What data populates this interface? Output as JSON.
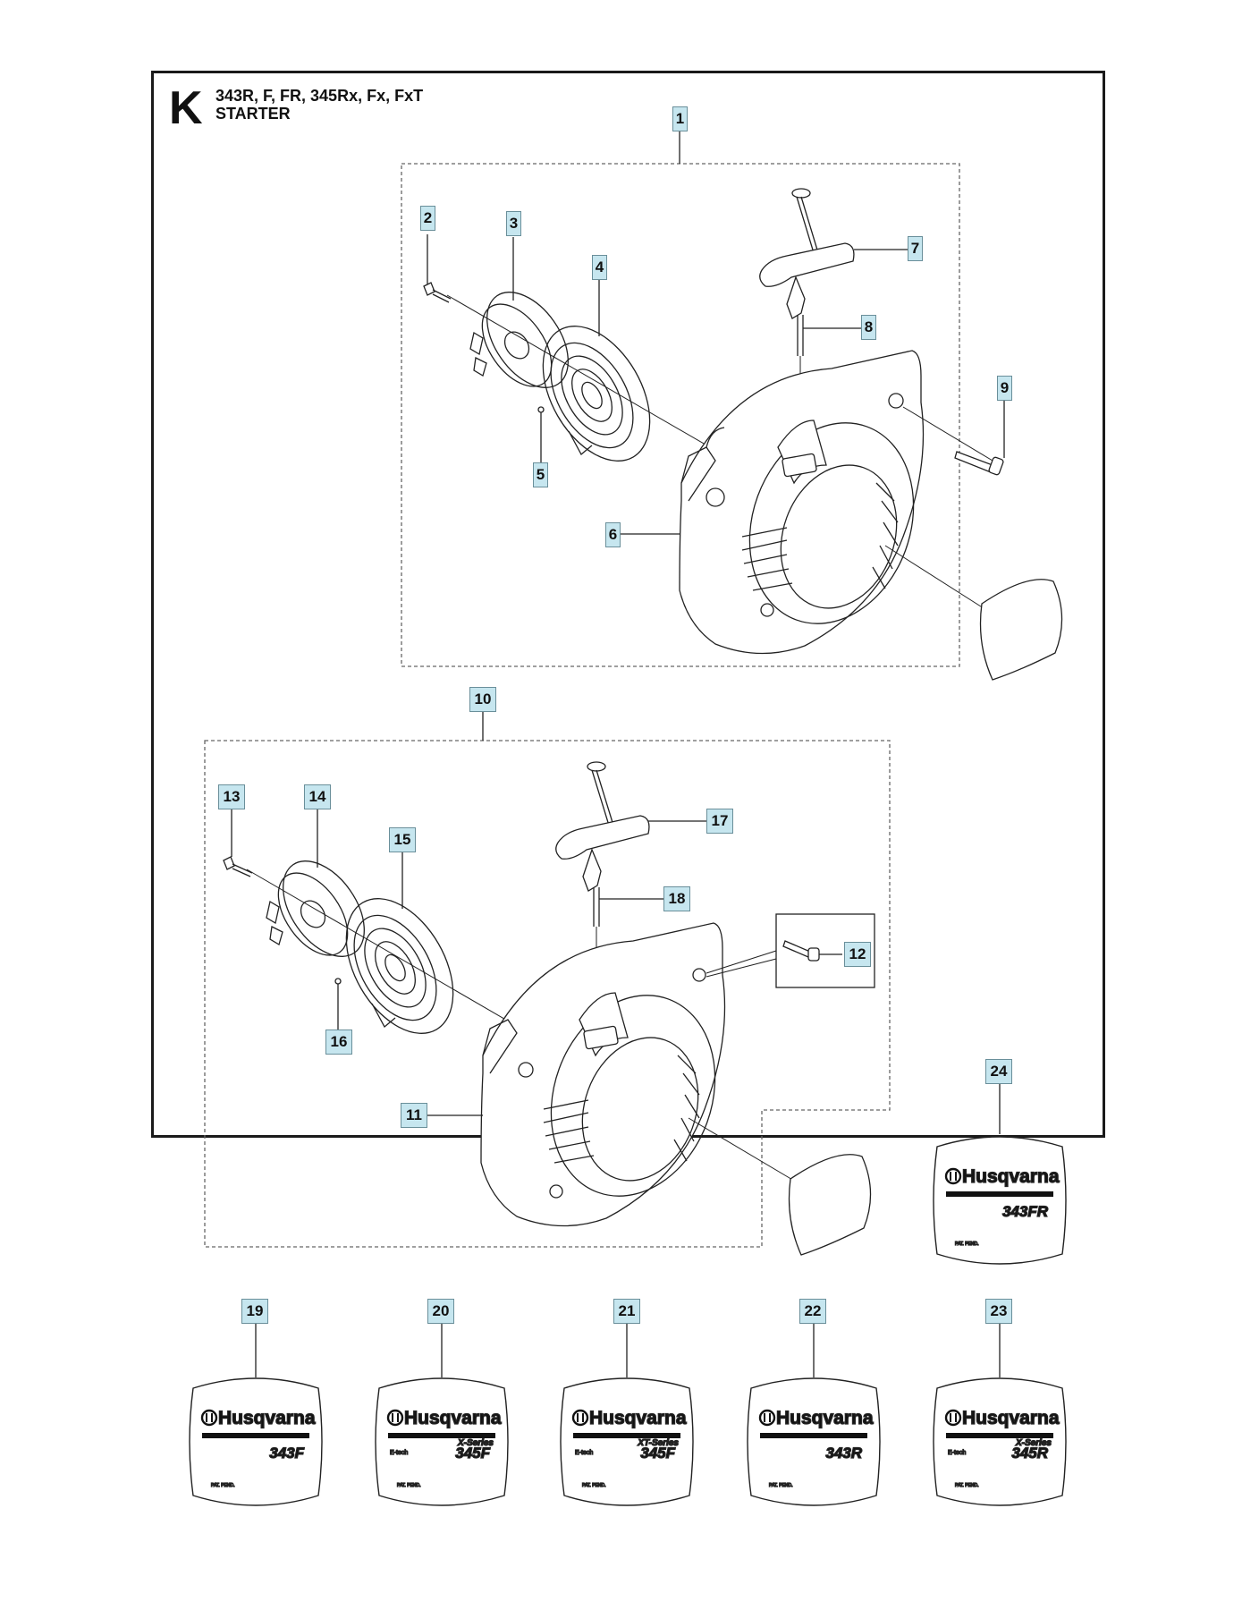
{
  "header": {
    "section_letter": "K",
    "models": "343R, F, FR, 345Rx, Fx, FxT",
    "assembly": "STARTER"
  },
  "callouts": [
    "1",
    "2",
    "3",
    "4",
    "5",
    "6",
    "7",
    "8",
    "9",
    "10",
    "11",
    "12",
    "13",
    "14",
    "15",
    "16",
    "17",
    "18",
    "19",
    "20",
    "21",
    "22",
    "23",
    "24"
  ],
  "decals": [
    {
      "id": "19",
      "brand": "Husqvarna",
      "series": "",
      "etech": "",
      "model": "343F",
      "pat": "PAT. PEND."
    },
    {
      "id": "20",
      "brand": "Husqvarna",
      "series": "X-Series",
      "etech": "E-tech",
      "model": "345F",
      "pat": "PAT. PEND."
    },
    {
      "id": "21",
      "brand": "Husqvarna",
      "series": "XT-Series",
      "etech": "E-tech",
      "model": "345F",
      "pat": "PAT. PEND."
    },
    {
      "id": "22",
      "brand": "Husqvarna",
      "series": "",
      "etech": "",
      "model": "343R",
      "pat": "PAT. PEND."
    },
    {
      "id": "23",
      "brand": "Husqvarna",
      "series": "X-Series",
      "etech": "E-tech",
      "model": "345R",
      "pat": "PAT. PEND."
    },
    {
      "id": "24",
      "brand": "Husqvarna",
      "series": "",
      "etech": "",
      "model": "343FR",
      "pat": "PAT. PEND."
    }
  ]
}
